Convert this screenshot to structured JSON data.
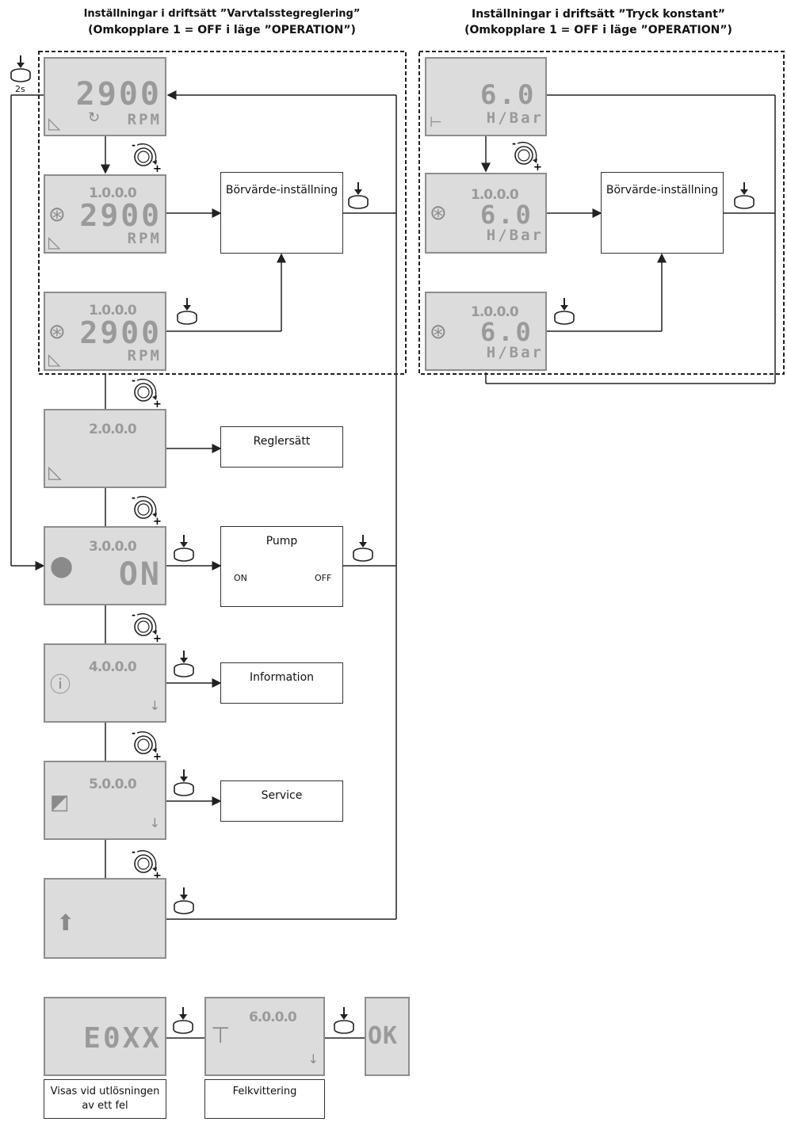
{
  "titles": {
    "left_line1": "Inställningar i driftsätt ”Varvtalsstegreglering”",
    "left_line2": "(Omkopplare 1 = OFF i läge ”OPERATION”)",
    "right_line1": "Inställningar i driftsätt ”Tryck konstant”",
    "right_line2": "(Omkopplare 1 = OFF i läge ”OPERATION”)"
  },
  "screens": {
    "rpm_main": {
      "value": "2900",
      "unit": "RPM"
    },
    "rpm_setpoint": {
      "code": "1.0.0.0",
      "value": "2900",
      "unit": "RPM"
    },
    "rpm_setpoint2": {
      "code": "1.0.0.0",
      "value": "2900",
      "unit": "RPM"
    },
    "press_main": {
      "value": "6.0",
      "unit": "H/Bar"
    },
    "press_setpoint": {
      "code": "1.0.0.0",
      "value": "6.0",
      "unit": "H/Bar"
    },
    "press_setpoint2": {
      "code": "1.0.0.0",
      "value": "6.0",
      "unit": "H/Bar"
    },
    "menu2": {
      "code": "2.0.0.0"
    },
    "menu3": {
      "code": "3.0.0.0",
      "value": "ON"
    },
    "menu4": {
      "code": "4.0.0.0"
    },
    "menu5": {
      "code": "5.0.0.0"
    },
    "error": {
      "value": "E0XX"
    },
    "menu6": {
      "code": "6.0.0.0"
    },
    "ok": {
      "value": "OK"
    }
  },
  "boxes": {
    "setpoint_left": "Börvärde-inställning",
    "setpoint_right": "Börvärde-inställning",
    "control_mode": "Reglersätt",
    "pump": "Pump",
    "pump_on": "ON",
    "pump_off": "OFF",
    "information": "Information",
    "service": "Service"
  },
  "captions": {
    "error": "Visas vid utlösningen av ett fel",
    "ack": "Felkvittering"
  },
  "button_hold": "2s",
  "icons": {
    "press": "push-button-icon",
    "turn": "rotary-knob-icon"
  }
}
